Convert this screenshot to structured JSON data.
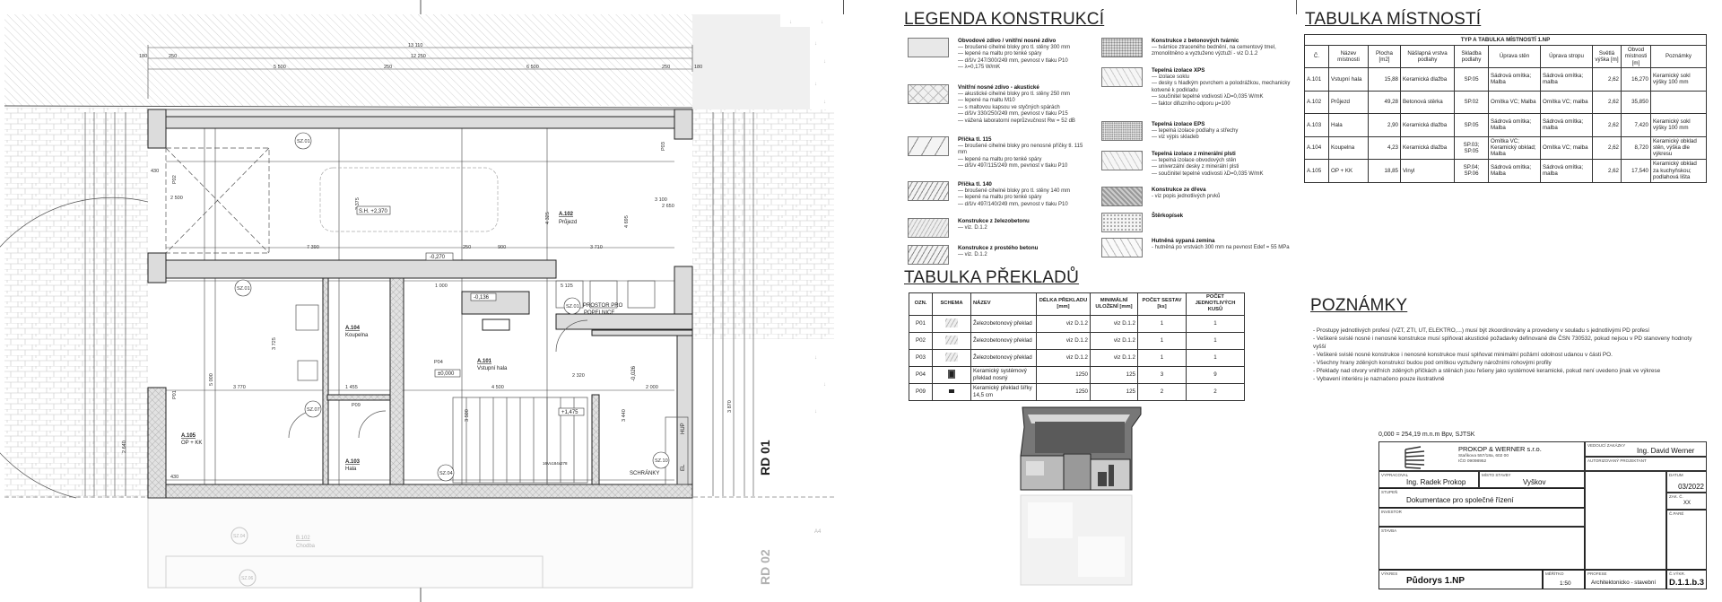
{
  "plan": {
    "rooms": [
      {
        "id": "A.102",
        "name": "Průjezd"
      },
      {
        "id": "A.105",
        "name": "OP + KK"
      },
      {
        "id": "A.104",
        "name": "Koupelna"
      },
      {
        "id": "A.103",
        "name": "Hala"
      },
      {
        "id": "A.101",
        "name": "Vstupní hala"
      },
      {
        "id": "B.102",
        "name": "Chodba"
      }
    ],
    "labels": {
      "popelnice1": "PROSTOR PRO",
      "popelnice2": "POPELNICE",
      "schranky": "SCHRÁNKY",
      "hup": "HUP",
      "el": "EL",
      "rd01": "RD 01",
      "rd02": "RD 02",
      "a4": "A4",
      "stairs": "16Vx184x278"
    },
    "levels": [
      "S.H. +2,370",
      "-0,270",
      "-0,136",
      "±0,000",
      "+1,475",
      "-0,026"
    ],
    "tags": [
      "SZ.01",
      "SZ.01",
      "SZ.01",
      "SZ.07",
      "SZ.04",
      "SZ.10",
      "SZ.04",
      "SZ.06",
      "P02",
      "P03",
      "P01",
      "P09",
      "P04"
    ],
    "dims": [
      "13 110",
      "12 250",
      "180",
      "250",
      "5 500",
      "250",
      "6 500",
      "250",
      "180",
      "430",
      "7 390",
      "3 375",
      "2 500",
      "2 650",
      "250",
      "900",
      "3 710",
      "5 125",
      "1 000",
      "3 100",
      "4 695",
      "4 325",
      "3 770",
      "3 725",
      "5 000",
      "4 500",
      "2 000",
      "3 440",
      "3 870",
      "2 640",
      "2 320",
      "1 455",
      "3 500",
      "430"
    ]
  },
  "legend": {
    "title": "LEGENDA KONSTRUKCÍ",
    "items": [
      {
        "title": "Obvodové zdivo / vnitřní nosné zdivo",
        "lines": [
          "— broušené cihelné bloky pro tl. stěny 300 mm",
          "— lepené na maltu pro tenké spáry",
          "— d/š/v 247/300/249 mm, pevnost v tlaku P10",
          "— λ=0,175 W/mK"
        ]
      },
      {
        "title": "Vnitřní nosné zdivo - akustické",
        "lines": [
          "— akustické cihelné bloky pro tl. stěny 250 mm",
          "— lepené na maltu M10",
          "— s maltovou kapsou ve styčných spárách",
          "— d/š/v 330/250/249 mm, pevnost v tlaku P15",
          "— vážená laboratorní neprůzvučnost Rw = 52 dB"
        ]
      },
      {
        "title": "Příčka tl. 115",
        "lines": [
          "— broušené cihelné bloky pro nenosné příčky tl. 115 mm",
          "— lepené na maltu pro tenké spáry",
          "— d/š/v 497/115/249 mm, pevnost v tlaku P10"
        ]
      },
      {
        "title": "Příčka tl. 140",
        "lines": [
          "— broušené cihelné bloky pro tl. stěny 140 mm",
          "— lepené na maltu pro tenké spáry",
          "— d/š/v 497/140/249 mm, pevnost v tlaku P10"
        ]
      },
      {
        "title": "Konstrukce z železobetonu",
        "lines": [
          "— viz. D.1.2"
        ]
      },
      {
        "title": "Konstrukce z prostého betonu",
        "lines": [
          "— viz. D.1.2"
        ]
      },
      {
        "title": "Konstrukce z betonových tvárnic",
        "lines": [
          "— tvárnice ztraceného bednění, na cementový tmel, zmonolitněno a vyztuženo výztuží - viz D.1.2"
        ]
      },
      {
        "title": "Tepelná izolace XPS",
        "lines": [
          "— izolace soklu",
          "— desky s hladkým povrchem a polodrážkou, mechanicky kotvené k podkladu",
          "— součinitel tepelné vodivosti λD=0,035 W/mK",
          "— faktor difuzního odporu μ=100"
        ]
      },
      {
        "title": "Tepelná izolace EPS",
        "lines": [
          "— tepelná izolace podlahy a střechy",
          "— viz výpis skladeb"
        ]
      },
      {
        "title": "Tepelná izolace z minerální plsti",
        "lines": [
          "— tepelná izolace obvodových stěn",
          "— univerzální desky z minerální plsti",
          "— součinitel tepelné vodivosti λD=0,035 W/mK"
        ]
      },
      {
        "title": "Konstrukce ze dřeva",
        "lines": [
          "- viz popis jednotlivých prvků"
        ]
      },
      {
        "title": "Štěrkopísek",
        "lines": []
      },
      {
        "title": "Hutněná sypaná zemina",
        "lines": [
          "- hutněná po vrstvách 300 mm na pevnost Edef = 55 MPa"
        ]
      }
    ]
  },
  "lintels": {
    "title": "TABULKA PŘEKLADŮ",
    "headers": [
      "OZN.",
      "SCHEMA",
      "NÁZEV",
      "DÉLKA PŘEKLADU [mm]",
      "MINIMÁLNÍ ULOŽENÍ [mm]",
      "POČET SESTAV [ks]",
      "POČET JEDNOTLIVÝCH KUSŮ"
    ],
    "rows": [
      [
        "P01",
        "Železobetonový překlad",
        "viz D.1.2",
        "viz D.1.2",
        "1",
        "1"
      ],
      [
        "P02",
        "Železobetonový překlad",
        "viz D.1.2",
        "viz D.1.2",
        "1",
        "1"
      ],
      [
        "P03",
        "Železobetonový překlad",
        "viz D.1.2",
        "viz D.1.2",
        "1",
        "1"
      ],
      [
        "P04",
        "Keramický systémový překlad nosný",
        "1250",
        "125",
        "3",
        "9"
      ],
      [
        "P09",
        "Keramický překlad šířky 14,5 cm",
        "1250",
        "125",
        "2",
        "2"
      ]
    ]
  },
  "rooms_table": {
    "title": "TABULKA MÍSTNOSTÍ",
    "caption": "TYP A TABULKA MÍSTNOSTÍ 1.NP",
    "headers": [
      "Č.",
      "Název místnosti",
      "Plocha [m2]",
      "Nášlapná vrstva podlahy",
      "Skladba podlahy",
      "Úprava stěn",
      "Úprava stropu",
      "Světlá výška [m]",
      "Obvod místnosti [m]",
      "Poznámky"
    ],
    "rows": [
      [
        "A.101",
        "Vstupní hala",
        "15,88",
        "Keramická dlažba",
        "SP.05",
        "Sádrová omítka; Malba",
        "Sádrová omítka; malba",
        "2,62",
        "16,270",
        "Keramický sokl výšky 100 mm"
      ],
      [
        "A.102",
        "Průjezd",
        "49,28",
        "Betonová stěrka",
        "SP.02",
        "Omítka VC; Malba",
        "Omítka VC; malba",
        "2,62",
        "35,850",
        ""
      ],
      [
        "A.103",
        "Hala",
        "2,90",
        "Keramická dlažba",
        "SP.05",
        "Sádrová omítka; Malba",
        "Sádrová omítka; malba",
        "2,62",
        "7,420",
        "Keramický sokl výšky 100 mm"
      ],
      [
        "A.104",
        "Koupelna",
        "4,23",
        "Keramická dlažba",
        "SP.03; SP.05",
        "Omítka VC; Keramický obklad; Malba",
        "Omítka VC; malba",
        "2,62",
        "8,720",
        "Keramický obklad stěn, výška dle výkresu"
      ],
      [
        "A.105",
        "OP + KK",
        "18,85",
        "Vinyl",
        "SP.04; SP.06",
        "Sádrová omítka; Malba",
        "Sádrová omítka; malba",
        "2,62",
        "17,540",
        "Keramický obklad za kuchyňskou; podlahová lišta"
      ]
    ]
  },
  "notes": {
    "title": "POZNÁMKY",
    "lines": [
      "- Prostupy jednotlivých profesí (VZT, ZTI, UT, ELEKTRO,...) musí být zkoordinovány a provedeny v souladu s jednotlivými PD profesí",
      "- Veškeré svislé nosné i nenosné konstrukce musí splňovat akustické požadavky definované dle ČSN 730532, pokud nejsou v PD stanoveny hodnoty",
      "vyšší",
      "- Veškeré svislé nosné konstrukce i nenosné konstrukce musí splňovat minimální požární odolnost udanou v části PO.",
      "- Všechny hrany zděných konstrukcí budou pod omítkou vyztuženy nárožními rohovými profily",
      "- Překlady nad otvory vnitřních zděných příčkách a stěnách jsou řešeny jako systémové keramické, pokud není uvedeno jinak ve výkrese",
      "- Vybavení interiéru je naznačeno pouze ilustrativně"
    ]
  },
  "title_block": {
    "datum_ref": "0,000 = 254,19 m.n.m Bpv, SJTSK",
    "company": "PROKOP & WERNER s.r.o.",
    "address": "Staňkova 557/18a, 602 00",
    "ico": "IČO 09098952",
    "vedouci_label": "VEDOUCÍ ZAKÁZKY",
    "vedouci": "Ing. David Werner",
    "autor_label": "AUTORIZOVANÝ PROJEKTANT",
    "vypracoval_label": "VYPRACOVAL",
    "vypracoval": "Ing. Radek Prokop",
    "misto_label": "MÍSTO STAVBY",
    "misto": "Vyškov",
    "datum_label": "DATUM",
    "datum": "03/2022",
    "stupen_label": "STUPEŇ",
    "stupen": "Dokumentace pro společné řízení",
    "zak_label": "ZAK. Č.",
    "zak": "XX",
    "investor_label": "INVESTOR",
    "pare_label": "Č.PARÉ",
    "stavba_label": "STAVBA",
    "vykres_label": "VÝKRES",
    "vykres": "Půdorys 1.NP",
    "meritko_label": "MĚŘÍTKO",
    "meritko": "1:50",
    "profese_label": "PROFESE",
    "profese": "Architektonicko - stavební",
    "cvykr_label": "Č.VÝKR.",
    "cvykr": "D.1.1.b.3"
  }
}
